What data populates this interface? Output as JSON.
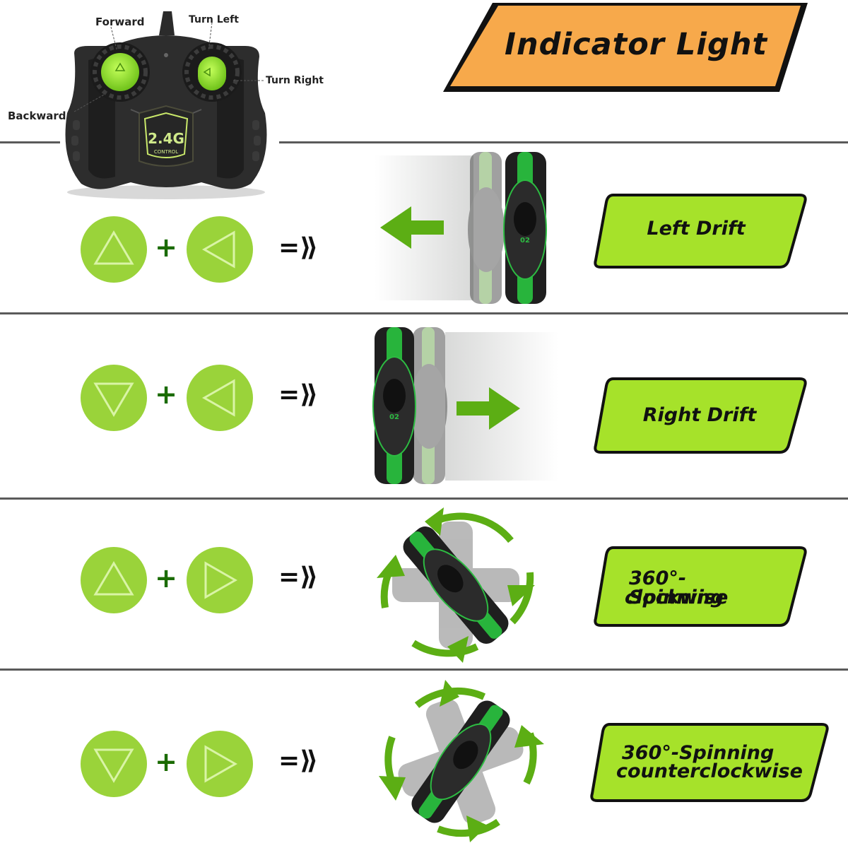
{
  "header": {
    "banner_text": "Indicator Light"
  },
  "remote": {
    "label_forward": "Forward",
    "label_turn_left": "Turn Left",
    "label_turn_right": "Turn Right",
    "label_backward": "Backward",
    "badge_main": "2.4G",
    "badge_sub": "CONTROL"
  },
  "rows": [
    {
      "left_button": "up",
      "right_button": "left",
      "plus": "+",
      "arrow": "=⟫",
      "mode": "Left Drift"
    },
    {
      "left_button": "down",
      "right_button": "left",
      "plus": "+",
      "arrow": "=⟫",
      "mode": "Right Drift"
    },
    {
      "left_button": "up",
      "right_button": "right",
      "plus": "+",
      "arrow": "=⟫",
      "mode_line1": "360°-Spinning",
      "mode_line2": "clockwise"
    },
    {
      "left_button": "down",
      "right_button": "right",
      "plus": "+",
      "arrow": "=⟫",
      "mode_line1": "360°-Spinning",
      "mode_line2": "counterclockwise"
    }
  ],
  "colors": {
    "banner": "#f7a94b",
    "button_green": "#9ad33a",
    "pill_green": "#a6e22a",
    "arrow_green": "#5cae14",
    "plus_green": "#1a6b00",
    "divider": "#5a5a5a"
  },
  "illustrations": {
    "car_number": "02"
  }
}
